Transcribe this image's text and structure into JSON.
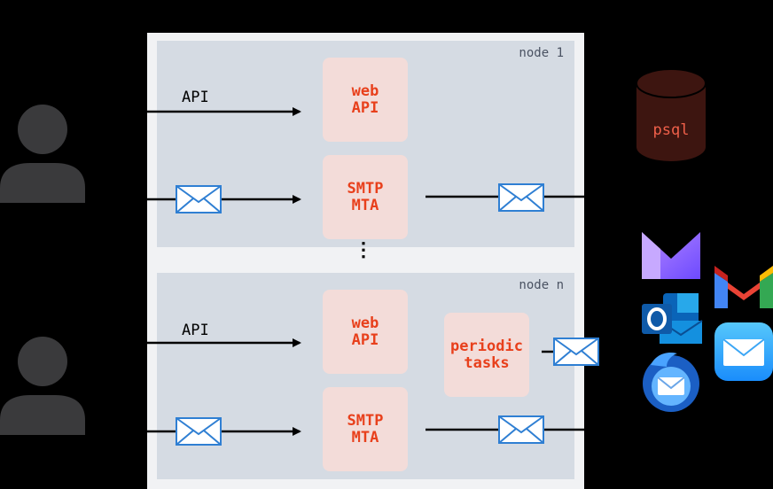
{
  "nodes": [
    {
      "label": "node 1"
    },
    {
      "label": "node n"
    }
  ],
  "components": {
    "web_api": "web\nAPI",
    "smtp_mta": "SMTP\nMTA",
    "periodic_tasks": "periodic\ntasks"
  },
  "arrow_label_api": "API",
  "ellipsis": "⋮",
  "database": {
    "label": "psql"
  },
  "mail_clients": [
    "proton-mail-icon",
    "gmail-icon",
    "outlook-icon",
    "apple-mail-icon",
    "thunderbird-icon"
  ],
  "colors": {
    "background": "#000000",
    "container": "#f1f2f4",
    "node": "#d5dbe3",
    "component_fill": "#f3dcd9",
    "component_text": "#e8401c",
    "envelope": "#2f7fd3",
    "database": "#3d1510"
  }
}
